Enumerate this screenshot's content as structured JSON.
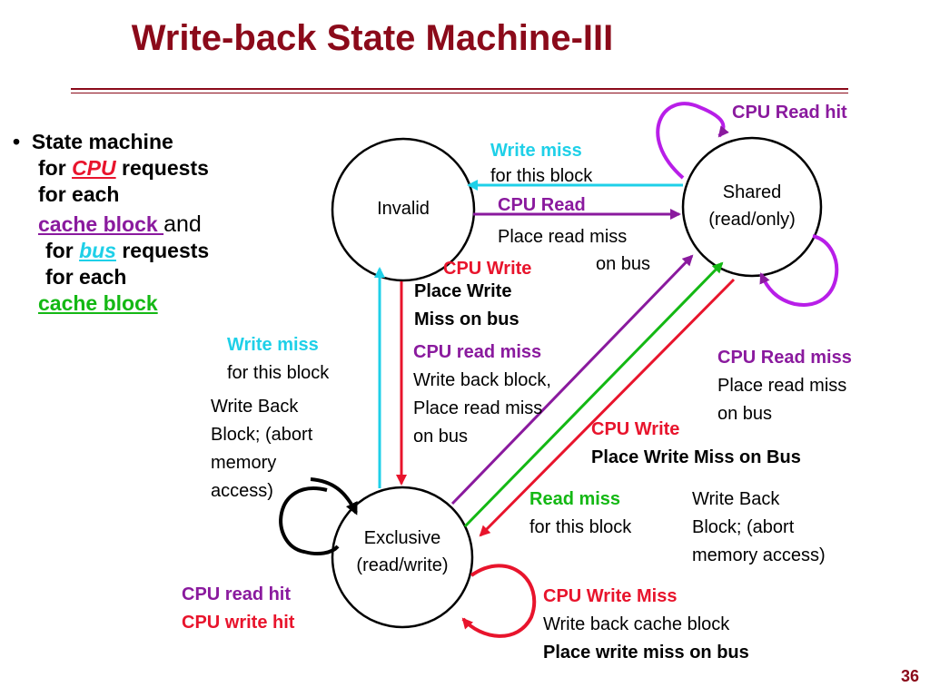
{
  "title": "Write-back State Machine-III",
  "bullet": {
    "line1": "State machine",
    "line2_for": "for ",
    "line2_cpu": "CPU",
    "line2_requests": " requests",
    "line3": "for each",
    "line4_link": "cache block ",
    "line4_and": "and",
    "line5_for": "for ",
    "line5_bus": "bus",
    "line5_requests": " requests",
    "line6": "for each",
    "line7_link": "cache block"
  },
  "states": {
    "invalid": "Invalid",
    "shared_1": "Shared",
    "shared_2": "(read/only)",
    "exclusive_1": "Exclusive",
    "exclusive_2": "(read/write)"
  },
  "labels": {
    "cpu_read_hit_shared": "CPU Read hit",
    "write_miss_top_1": "Write miss",
    "write_miss_top_2": "for this block",
    "cpu_read_1": "CPU Read",
    "cpu_read_2": "Place read miss",
    "cpu_read_3": "on bus",
    "cpu_write_inv_1": "CPU Write",
    "cpu_write_inv_2": "Place Write",
    "cpu_write_inv_3": "Miss on bus",
    "write_miss_left_1": "Write miss",
    "write_miss_left_2": "for this block",
    "write_back_left_1": "Write Back",
    "write_back_left_2": "Block; (abort",
    "write_back_left_3": "memory",
    "write_back_left_4": "access)",
    "cpu_read_miss_ex_1": "CPU read miss",
    "cpu_read_miss_ex_2": "Write back block,",
    "cpu_read_miss_ex_3": "Place read miss",
    "cpu_read_miss_ex_4": "on bus",
    "cpu_read_miss_sh_1": "CPU Read miss",
    "cpu_read_miss_sh_2": "Place read miss",
    "cpu_read_miss_sh_3": "on bus",
    "cpu_write_sh_1": "CPU Write",
    "cpu_write_sh_2": "Place Write Miss on Bus",
    "read_miss_1": "Read miss",
    "read_miss_2": "for this block",
    "write_back_right_1": "Write Back",
    "write_back_right_2": "Block; (abort",
    "write_back_right_3": "memory access)",
    "cpu_read_hit_ex": "CPU read hit",
    "cpu_write_hit_ex": "CPU write hit",
    "cpu_write_miss_1": "CPU Write Miss",
    "cpu_write_miss_2": "Write back cache block",
    "cpu_write_miss_3": "Place write miss on bus"
  },
  "page_number": "36",
  "colors": {
    "title": "#8b0a1a",
    "cyan": "#1fd0e8",
    "purple": "#8a1a9e",
    "red": "#e8142c",
    "green": "#14b814",
    "black": "#000000"
  }
}
